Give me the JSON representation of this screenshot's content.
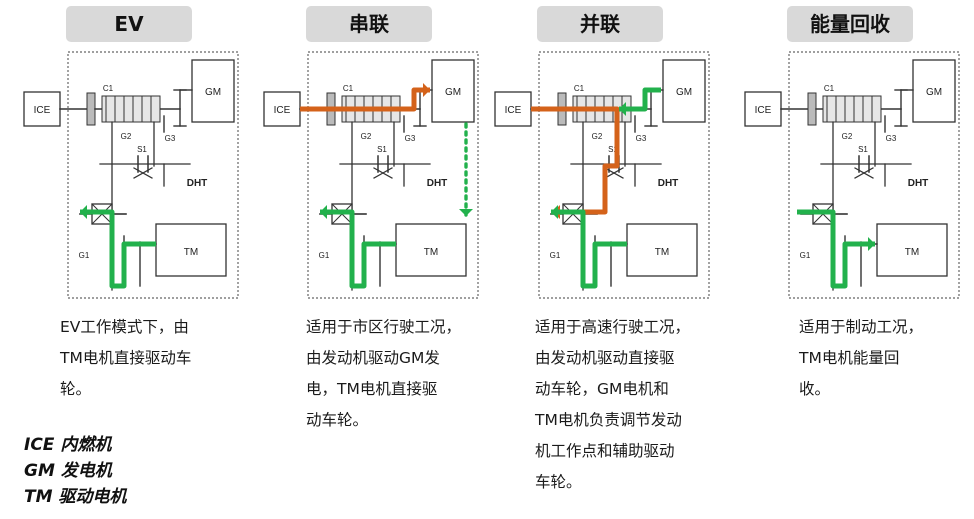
{
  "panels": [
    {
      "key": "ev",
      "title": "EV",
      "description": [
        "EV工作模式下，由",
        "TM电机直接驱动车",
        "轮。"
      ],
      "flows": [
        "tm_wheel"
      ]
    },
    {
      "key": "series",
      "title": "串联",
      "description": [
        "适用于市区行驶工况，",
        "由发动机驱动GM发",
        "电，TM电机直接驱",
        "动车轮。"
      ],
      "flows": [
        "ice_gm",
        "gm_tm_dotted",
        "tm_wheel"
      ]
    },
    {
      "key": "parallel",
      "title": "并联",
      "description": [
        "适用于高速行驶工况，",
        "由发动机驱动直接驱",
        "动车轮，GM电机和",
        "TM电机负责调节发动",
        "机工作点和辅助驱动",
        "车轮。"
      ],
      "flows": [
        "ice_wheel",
        "gm_assist",
        "tm_wheel"
      ]
    },
    {
      "key": "regen",
      "title": "能量回收",
      "description": [
        "适用于制动工况，",
        "TM电机能量回",
        "收。"
      ],
      "flows": [
        "wheel_tm"
      ]
    }
  ],
  "diagram_labels": {
    "ice": "ICE",
    "gm": "GM",
    "tm": "TM",
    "dht": "DHT",
    "c1": "C1",
    "g1": "G1",
    "g2": "G2",
    "g3": "G3",
    "s1": "S1"
  },
  "legend": [
    "ICE 内燃机",
    "GM 发电机",
    "TM 驱动电机"
  ],
  "colors": {
    "electric_flow": "#22b14c",
    "engine_flow": "#d4621a",
    "header_bg": "#d9d9d9",
    "line": "#333333"
  }
}
